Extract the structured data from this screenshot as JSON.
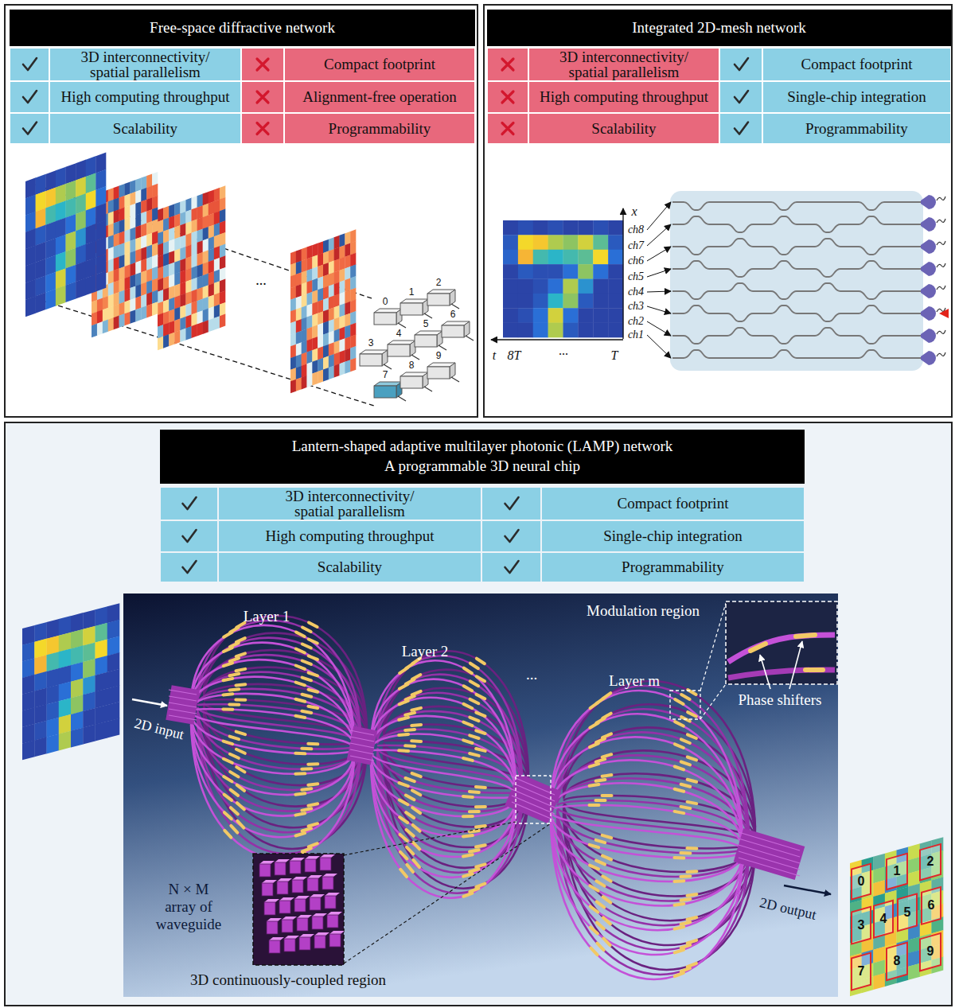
{
  "diagram": {
    "nodes": [
      {
        "text": [
          "Free-space diffractive network"
        ]
      },
      {
        "text": [
          "Integrated 2D-mesh network"
        ]
      },
      {
        "text": [
          "Lantern-shaped adaptive multilayer photonic (LAMP) network",
          "A programmable 3D neural chip"
        ]
      }
    ],
    "labels": [
      "3D interconnectivity/ spatial parallelism",
      "Compact footprint",
      "High computing throughput",
      "Alignment-free operation",
      "Scalability",
      "Programmability",
      "...",
      "0",
      "1",
      "2",
      "3",
      "4",
      "5",
      "6",
      "7",
      "8",
      "9",
      "3D interconnectivity/ spatial parallelism",
      "Compact footprint",
      "High computing throughput",
      "Single-chip integration",
      "Scalability",
      "Programmability",
      "x",
      "ch8",
      "ch7",
      "ch6",
      "ch5",
      "ch4",
      "ch3",
      "ch2",
      "ch1",
      "t",
      "8T",
      "...",
      "T",
      "3D interconnectivity/ spatial parallelism",
      "Compact footprint",
      "High computing throughput",
      "Single-chip integration",
      "Scalability",
      "Programmability",
      "Layer 1",
      "Layer 2",
      "...",
      "Layer m",
      "Modulation region",
      "Phase shifters",
      "2D input",
      "N × M array of waveguide",
      "3D continuously-coupled region",
      "2D output",
      "0",
      "1",
      "2",
      "3",
      "4",
      "5",
      "6",
      "7",
      "8",
      "9"
    ]
  }
}
